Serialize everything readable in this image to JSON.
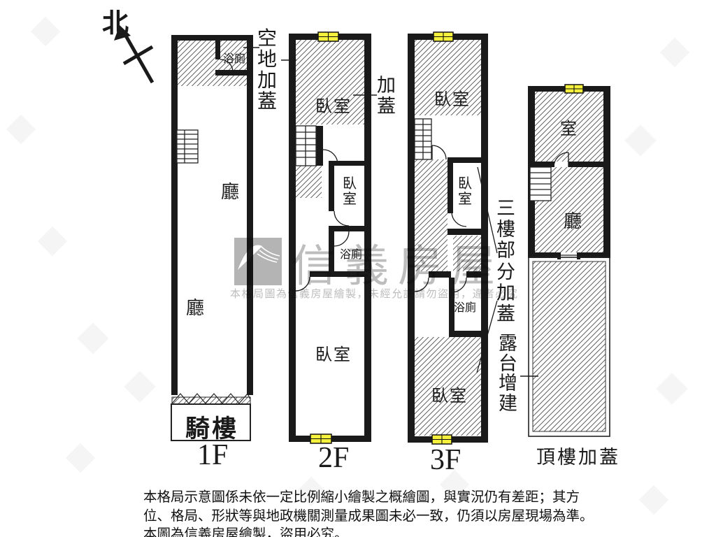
{
  "compass": {
    "label": "北"
  },
  "floors": {
    "f1": {
      "name": "1F",
      "note": "空地加蓋",
      "rooms": {
        "bath": "浴廁",
        "hall_a": "廳",
        "hall_b": "廳",
        "arcade": "騎樓"
      }
    },
    "f2": {
      "name": "2F",
      "note": "加蓋",
      "rooms": {
        "bed_top": "臥室",
        "bed_mid": "臥室",
        "bath": "浴廁",
        "bed_bottom": "臥室"
      }
    },
    "f3": {
      "name": "3F",
      "note": "三樓部分加蓋",
      "rooms": {
        "bed_top": "臥室",
        "bed_mid": "臥室",
        "bath": "浴廁",
        "bed_bottom": "臥室"
      }
    },
    "roof": {
      "name": "頂樓加蓋",
      "note": "露台增建",
      "rooms": {
        "room": "室",
        "hall": "廳"
      }
    }
  },
  "watermark": {
    "brand": "信義房屋",
    "notice": "本格局圖為信義房屋繪製，未經允許請勿盜用，違者必究"
  },
  "disclaimer": {
    "line1": "本格局示意圖係未依一定比例縮小繪製之概繪圖，與實況仍有差距；其方",
    "line2": "位、格局、形狀等與地政機關測量成果圖未必一致，仍須以房屋現場為準。",
    "line3": "本圖為信義房屋繪製，盜用必究。"
  },
  "colors": {
    "wall": "#1a1a1a",
    "hatch": "#505050",
    "window_fill": "#f6f13c",
    "watermark_gray": "#b6b6b6"
  }
}
